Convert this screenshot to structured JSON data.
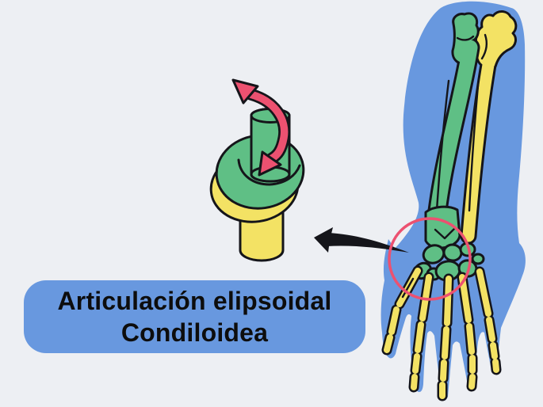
{
  "caption": {
    "line1": "Articulación elipsoidal",
    "line2": "Condiloidea"
  },
  "colors": {
    "bg": "#EDEFF3",
    "blue": "#6898DF",
    "green": "#5FBF85",
    "yellow": "#F3E264",
    "pink": "#EC5170",
    "ink": "#15151A",
    "text": "#0D0D0D"
  },
  "icons": {
    "motion_arrow": "double-headed-curved-arrow",
    "pointer_arrow": "left-pointing-swoosh-arrow",
    "wrist_highlight": "circle-outline"
  },
  "figure": {
    "joint_diagram": "ellipsoid-joint-3d-model",
    "anatomy": "forearm-and-hand-skeleton",
    "highlighted_region": "wrist-radiocarpal-joint"
  }
}
